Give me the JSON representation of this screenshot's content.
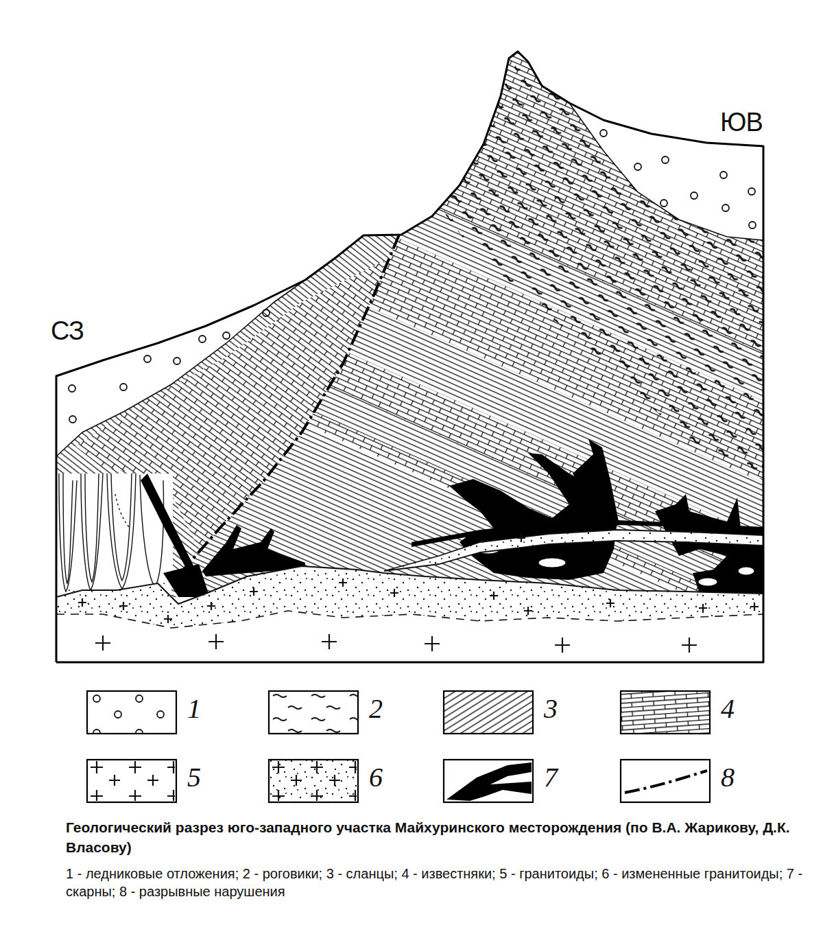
{
  "diagram": {
    "title": "Геологический разрез юго-западного участка Майхуринского месторождения (по В.А. Жарикову, Д.К. Власову)",
    "caption": "1 - ледниковые отложения; 2 - роговики; 3 - сланцы; 4 - известняки; 5 - гранитоиды; 6 - измененные гранитоиды; 7 - скарны; 8 - разрывные нарушения",
    "labels": [
      "СЗ",
      "ЮВ"
    ],
    "legend": [
      {
        "text": "1"
      },
      {
        "text": "2"
      },
      {
        "text": "3"
      },
      {
        "text": "4"
      },
      {
        "text": "5"
      },
      {
        "text": "6"
      },
      {
        "text": "7"
      },
      {
        "text": "8"
      }
    ]
  }
}
